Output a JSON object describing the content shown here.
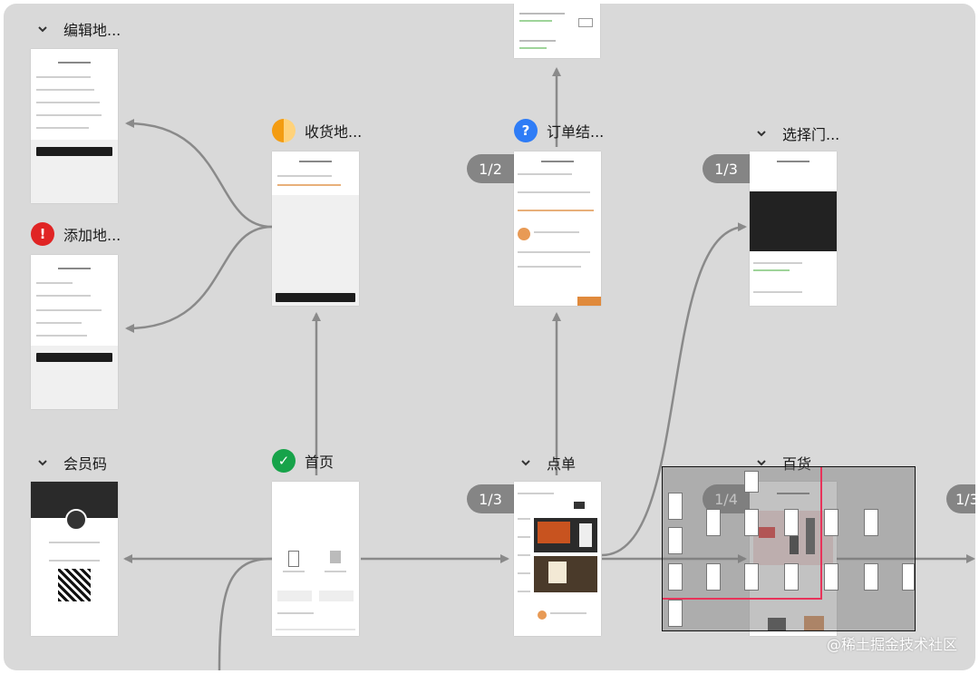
{
  "nodes": {
    "edit_address": {
      "title": "编辑地..."
    },
    "add_address": {
      "title": "添加地..."
    },
    "shipping_address": {
      "title": "收货地..."
    },
    "order_checkout": {
      "title": "订单结...",
      "page_indicator": "1/2"
    },
    "select_store": {
      "title": "选择门...",
      "page_indicator": "1/3"
    },
    "member_code": {
      "title": "会员码"
    },
    "home": {
      "title": "首页"
    },
    "order_menu": {
      "title": "点单",
      "page_indicator": "1/3"
    },
    "department_store": {
      "title": "百货",
      "page_indicator": "1/4"
    },
    "next_node": {
      "page_indicator": "1/3"
    }
  },
  "colors": {
    "canvas": "#d9d9d9",
    "arrow": "#8a8a8a",
    "badge_warning": "#f39c12",
    "badge_question": "#2e7cf6",
    "badge_error": "#e02424",
    "badge_success": "#17a34a",
    "highlight_line": "#e8335a"
  },
  "watermark": "@稀土掘金技术社区"
}
